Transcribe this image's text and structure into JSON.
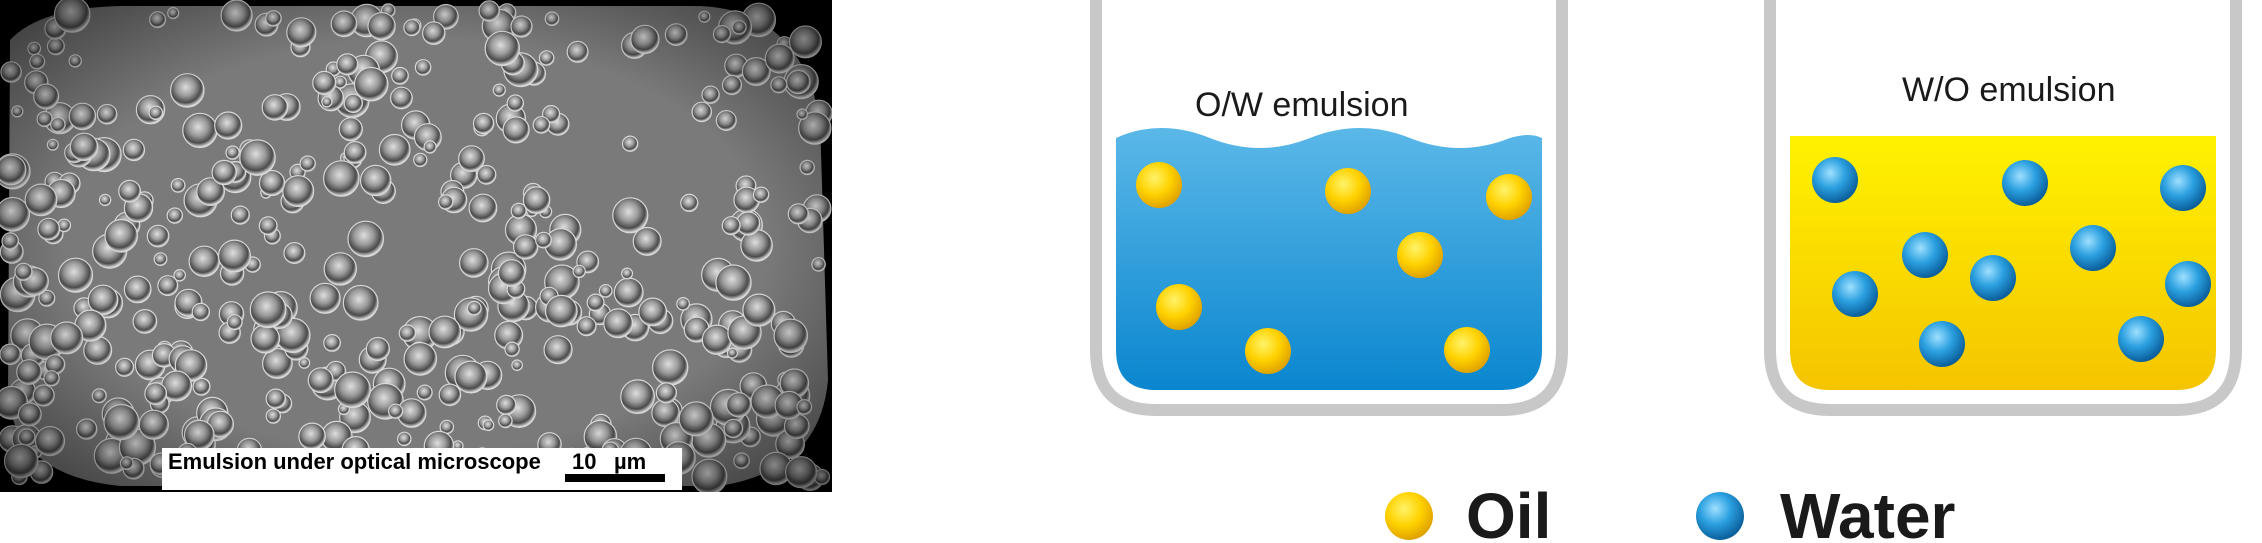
{
  "micrograph": {
    "caption": "Emulsion under optical microscope",
    "scale_value": "10",
    "scale_unit": "µm"
  },
  "beakers": [
    {
      "label": "O/W emulsion",
      "continuous_phase": "water",
      "droplet_phase": "oil"
    },
    {
      "label": "W/O emulsion",
      "continuous_phase": "oil",
      "droplet_phase": "water"
    }
  ],
  "legend": [
    {
      "label": "Oil",
      "color": "#f5c400"
    },
    {
      "label": "Water",
      "color": "#1e8fd5"
    }
  ],
  "colors": {
    "water_top": "#5bb8e8",
    "water_bottom": "#0a86cf",
    "oil_top": "#fff200",
    "oil_bottom": "#f5c400",
    "beaker_wall": "#c8c8c8"
  }
}
